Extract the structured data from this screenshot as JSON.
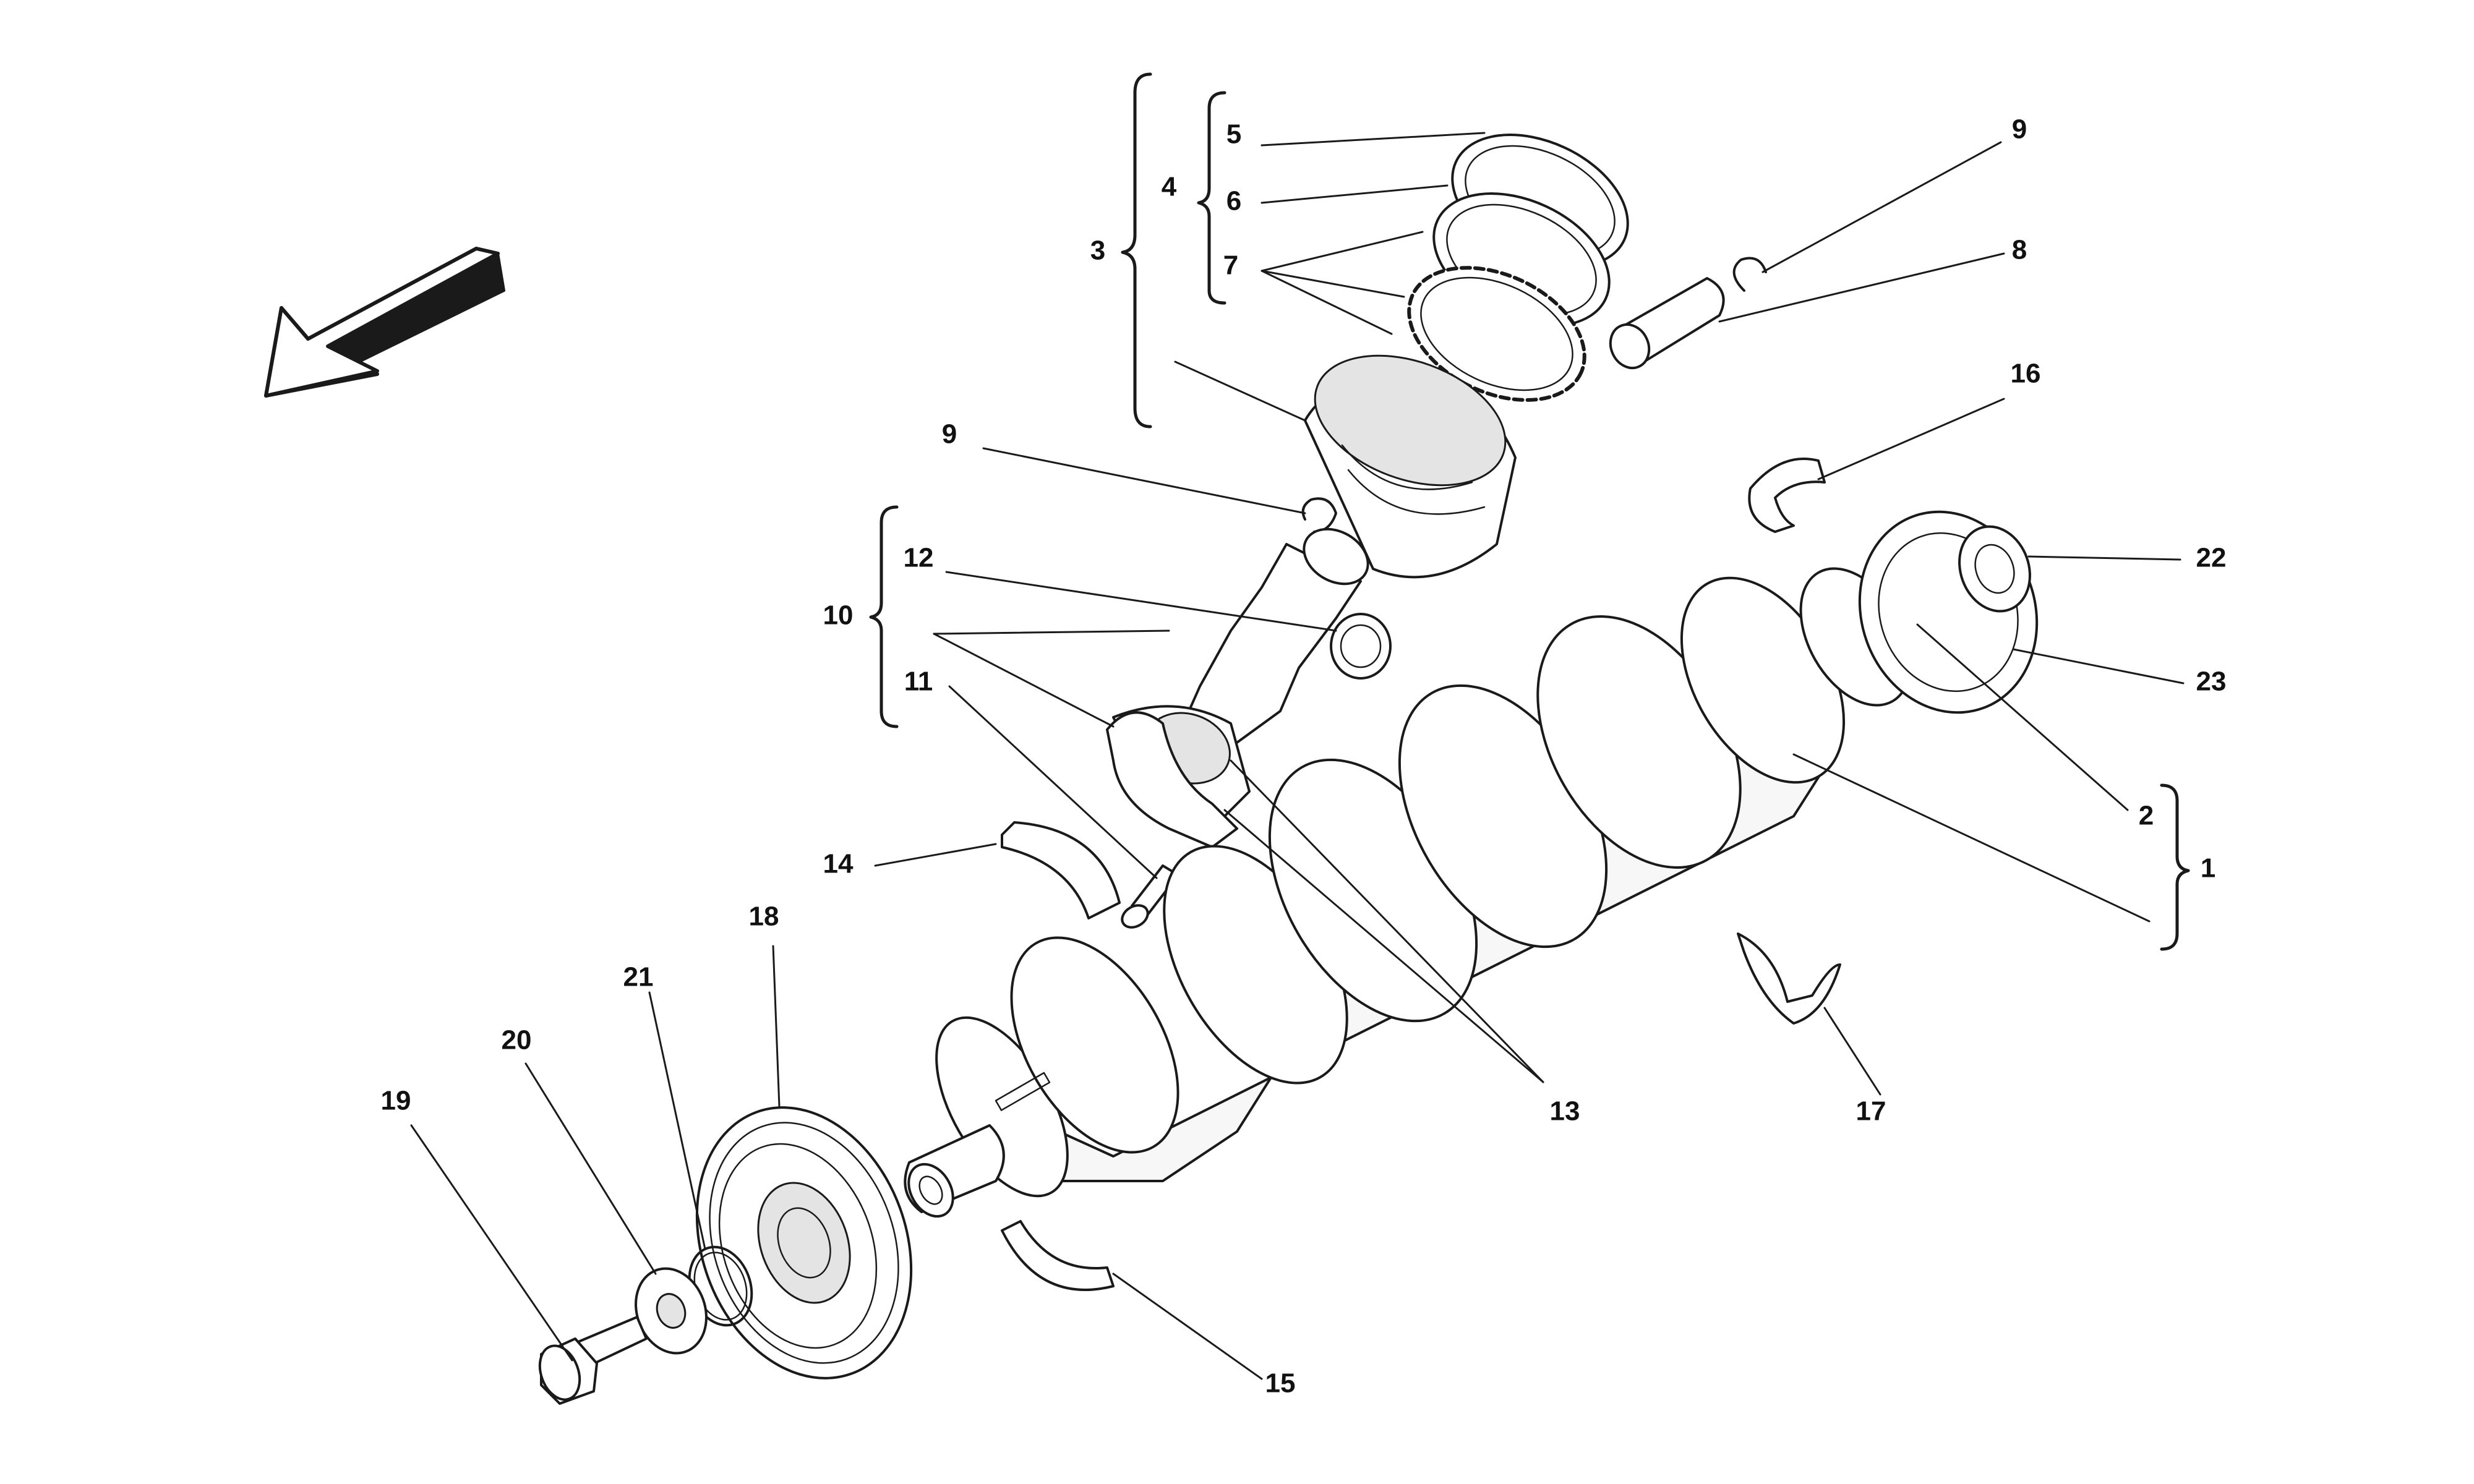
{
  "diagram": {
    "type": "exploded parts diagram",
    "callouts": [
      "1",
      "2",
      "3",
      "4",
      "5",
      "6",
      "7",
      "8",
      "9",
      "9",
      "10",
      "11",
      "12",
      "13",
      "14",
      "15",
      "16",
      "17",
      "18",
      "19",
      "20",
      "21",
      "22",
      "23"
    ]
  },
  "icons": {
    "direction": "direction-arrow-icon"
  }
}
